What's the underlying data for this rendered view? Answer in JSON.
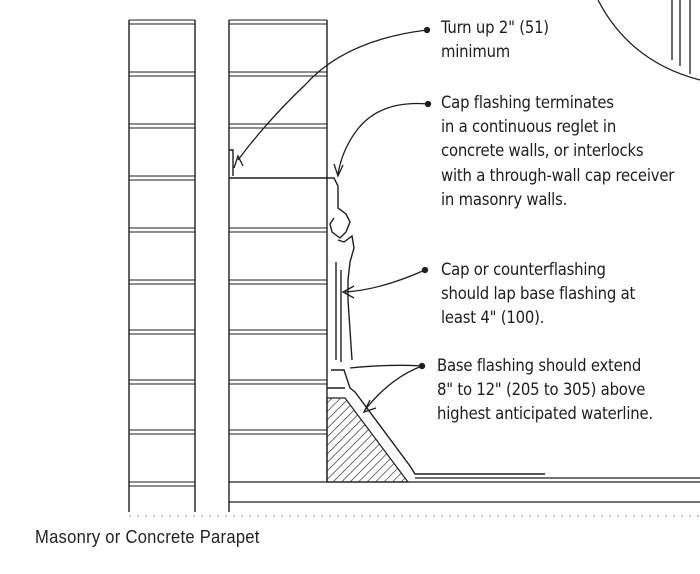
{
  "callouts": [
    {
      "lines": [
        "Turn up 2\" (51)",
        "minimum"
      ]
    },
    {
      "lines": [
        "Cap flashing terminates",
        "in a continuous reglet in",
        "concrete walls, or interlocks",
        "with a through-wall cap receiver",
        "in masonry walls."
      ]
    },
    {
      "lines": [
        "Cap or counterflashing",
        "should lap base flashing at",
        "least 4\" (100)."
      ]
    },
    {
      "lines": [
        "Base flashing should extend",
        "8\" to 12\" (205 to 305) above",
        "highest anticipated waterline."
      ]
    }
  ],
  "caption": "Masonry or Concrete Parapet",
  "colors": {
    "ink": "#1e1e1e",
    "paper": "#ffffff"
  }
}
